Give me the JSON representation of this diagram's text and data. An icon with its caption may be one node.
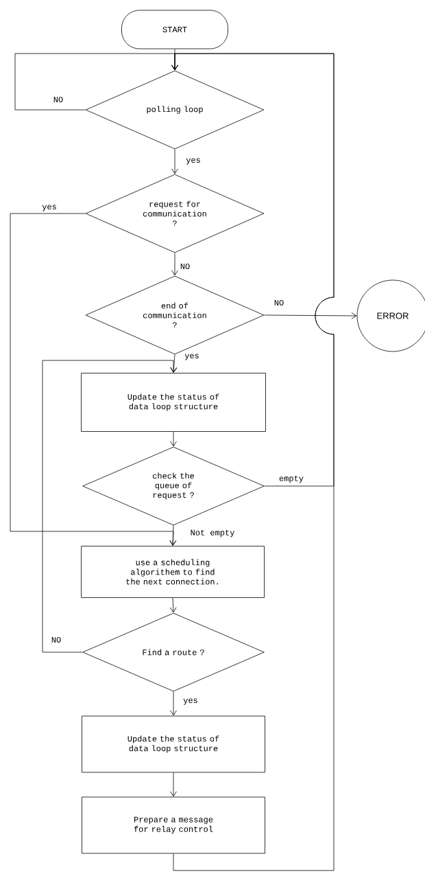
{
  "diagram": {
    "nodes": [
      {
        "text": [
          "START"
        ]
      },
      {
        "text": [
          "polling loop"
        ]
      },
      {
        "text": [
          "request for communication ?"
        ]
      },
      {
        "text": [
          "end of communication ?"
        ]
      },
      {
        "text": [
          "ERROR"
        ]
      },
      {
        "text": [
          "Update the status of data loop structure"
        ]
      },
      {
        "text": [
          "check the queue of request ?"
        ]
      },
      {
        "text": [
          "use a scheduling algorithem to find the next connection."
        ]
      },
      {
        "text": [
          "Find a route ?"
        ]
      },
      {
        "text": [
          "Update the status of data loop structure"
        ]
      },
      {
        "text": [
          "Prepare a message for relay control"
        ]
      }
    ],
    "edges": [
      {
        "from": 0,
        "to": 1,
        "arrow": "to"
      },
      {
        "from": 1,
        "to": 1,
        "arrow": "to",
        "label": "NO"
      },
      {
        "from": 1,
        "to": 2,
        "arrow": "to",
        "label": "yes"
      },
      {
        "from": 2,
        "to": 7,
        "arrow": "to",
        "label": "yes"
      },
      {
        "from": 2,
        "to": 3,
        "arrow": "to",
        "label": "NO"
      },
      {
        "from": 3,
        "to": 4,
        "arrow": "to",
        "label": "NO"
      },
      {
        "from": 3,
        "to": 5,
        "arrow": "to",
        "label": "yes"
      },
      {
        "from": 5,
        "to": 6,
        "arrow": "to"
      },
      {
        "from": 6,
        "to": 1,
        "arrow": "to",
        "label": "empty"
      },
      {
        "from": 6,
        "to": 7,
        "arrow": "to",
        "label": "Not empty"
      },
      {
        "from": 7,
        "to": 8,
        "arrow": "to"
      },
      {
        "from": 8,
        "to": 5,
        "arrow": "to",
        "label": "NO"
      },
      {
        "from": 8,
        "to": 9,
        "arrow": "to",
        "label": "yes"
      },
      {
        "from": 9,
        "to": 10,
        "arrow": "to"
      },
      {
        "from": 10,
        "to": 1,
        "arrow": "to"
      }
    ]
  }
}
